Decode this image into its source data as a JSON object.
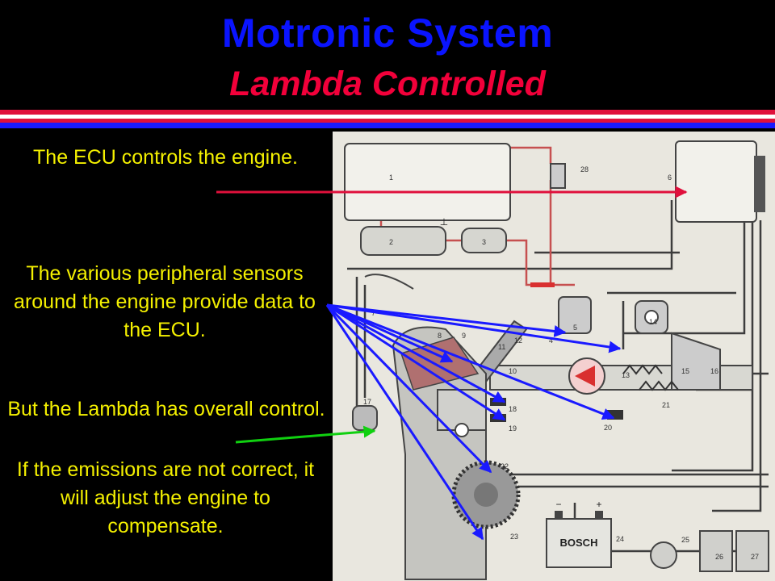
{
  "title": "Motronic System",
  "subtitle": "Lambda Controlled",
  "captions": {
    "ecu": "The ECU controls the engine.",
    "sensors": "The various peripheral sensors around the engine provide data to the ECU.",
    "lambda": "But the Lambda has overall control.",
    "adjust": "If the emissions are not correct, it will adjust the engine to compensate."
  },
  "diagram": {
    "brand": "BOSCH",
    "ground_symbol": "⊥",
    "minus": "−",
    "plus": "+",
    "component_numbers": [
      "1",
      "2",
      "3",
      "4",
      "5",
      "6",
      "7",
      "8",
      "9",
      "10",
      "11",
      "12",
      "13",
      "14",
      "15",
      "16",
      "17",
      "18",
      "19",
      "20",
      "21",
      "22",
      "23",
      "24",
      "25",
      "26",
      "27",
      "28"
    ]
  },
  "colors": {
    "title": "#0a14ff",
    "subtitle": "#f2003a",
    "caption": "#f4f000",
    "arrow_ecu": "#e0103c",
    "arrow_sensor": "#1a1aff",
    "arrow_lambda": "#10d010"
  }
}
